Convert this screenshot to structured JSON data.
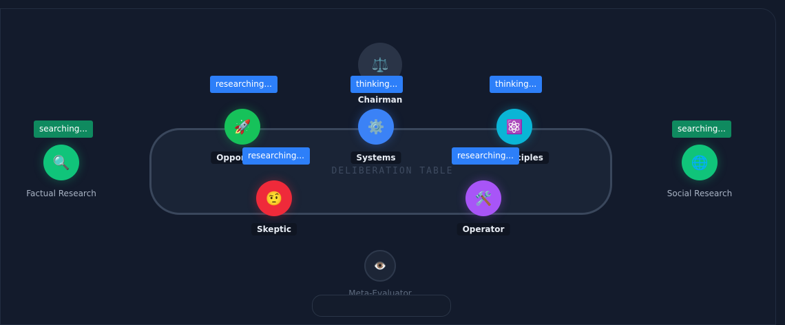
{
  "table": {
    "label": "DELIBERATION TABLE"
  },
  "agents": {
    "chairman": {
      "label": "Chairman",
      "icon": "scales-icon",
      "glyph": "⚖️",
      "color": "#2a3447",
      "status": "thinking..."
    },
    "opportunity": {
      "label": "Oppor",
      "icon": "rocket-icon",
      "glyph": "🚀",
      "color": "#16c25a",
      "status": "researching..."
    },
    "systems": {
      "label": "Systems",
      "icon": "gear-icon",
      "glyph": "⚙️",
      "color": "#3b82f6"
    },
    "first_principles": {
      "label": "nciples",
      "icon": "atom-icon",
      "glyph": "⚛️",
      "color": "#0ab5d6",
      "status": "thinking..."
    },
    "skeptic": {
      "label": "Skeptic",
      "icon": "skeptic-face-icon",
      "glyph": "🤨",
      "color": "#ef2a3a",
      "status": "researching..."
    },
    "operator": {
      "label": "Operator",
      "icon": "tools-icon",
      "glyph": "🛠️",
      "color": "#a855f7",
      "status": "researching..."
    },
    "factual_research": {
      "label": "Factual Research",
      "icon": "magnifier-icon",
      "glyph": "🔍",
      "color": "#10c47a",
      "status": "searching..."
    },
    "social_research": {
      "label": "Social Research",
      "icon": "globe-icon",
      "glyph": "🌐",
      "color": "#10c47a",
      "status": "searching..."
    },
    "meta_evaluator": {
      "label": "Meta-Evaluator",
      "icon": "eye-icon",
      "glyph": "👁️",
      "color": "#1c2536"
    }
  },
  "colors": {
    "background": "#121a2a",
    "table_border": "#3a475c",
    "badge_blue": "#2d7ff9",
    "badge_green": "#0f8a5f"
  }
}
